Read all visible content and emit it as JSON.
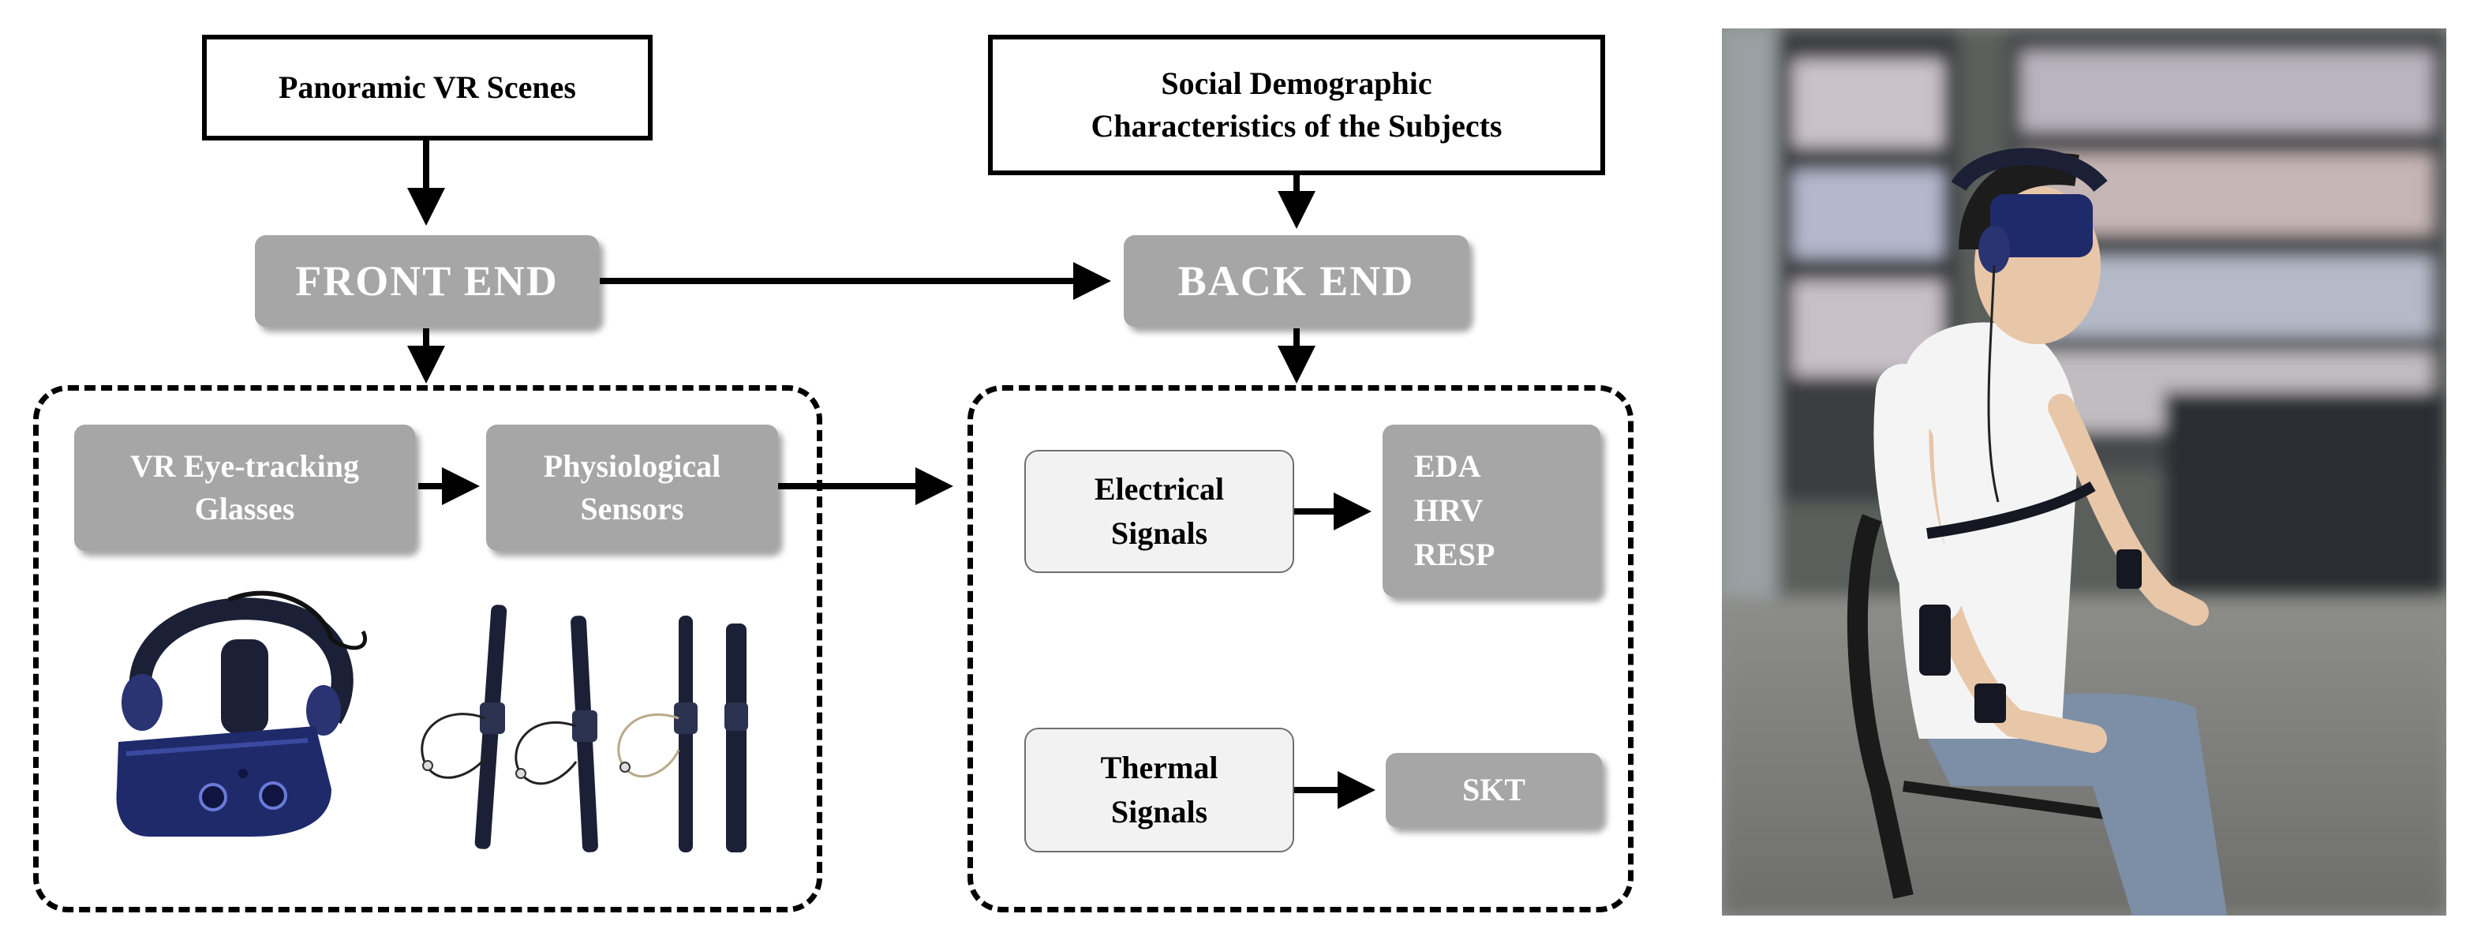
{
  "inputs": {
    "scenes": "Panoramic VR Scenes",
    "demographics_line1": "Social Demographic",
    "demographics_line2": "Characteristics of the Subjects"
  },
  "front_end": {
    "label": "FRONT END",
    "devices": [
      {
        "line1": "VR Eye-tracking",
        "line2": "Glasses"
      },
      {
        "line1": "Physiological",
        "line2": "Sensors"
      }
    ]
  },
  "back_end": {
    "label": "BACK END",
    "signals": [
      {
        "line1": "Electrical",
        "line2": "Signals",
        "outputs": [
          "EDA",
          "HRV",
          "RESP"
        ]
      },
      {
        "line1": "Thermal",
        "line2": "Signals",
        "outputs": [
          "SKT"
        ]
      }
    ]
  },
  "colors": {
    "box_gray": "#a6a6a6",
    "signal_fill": "#f2f2f2",
    "headset_blue": "#1f2a6b",
    "strap_navy": "#1b2036"
  }
}
